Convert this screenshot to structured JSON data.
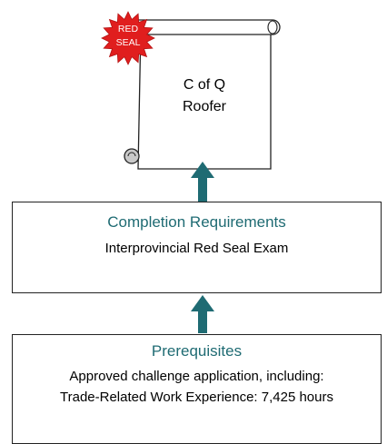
{
  "certificate": {
    "lines": [
      "C of Q",
      "Roofer"
    ],
    "seal_lines": [
      "RED",
      "SEAL"
    ],
    "seal_color": "#e01e1e"
  },
  "completion": {
    "title": "Completion Requirements",
    "line": "Interprovincial Red Seal Exam"
  },
  "prerequisites": {
    "title": "Prerequisites",
    "lines": [
      "Approved challenge application, including:",
      "Trade-Related Work Experience: 7,425 hours"
    ]
  },
  "colors": {
    "accent": "#1f6b73",
    "arrow": "#1f6b73",
    "scroll_curl": "#c9c9c9",
    "border": "#222222"
  }
}
